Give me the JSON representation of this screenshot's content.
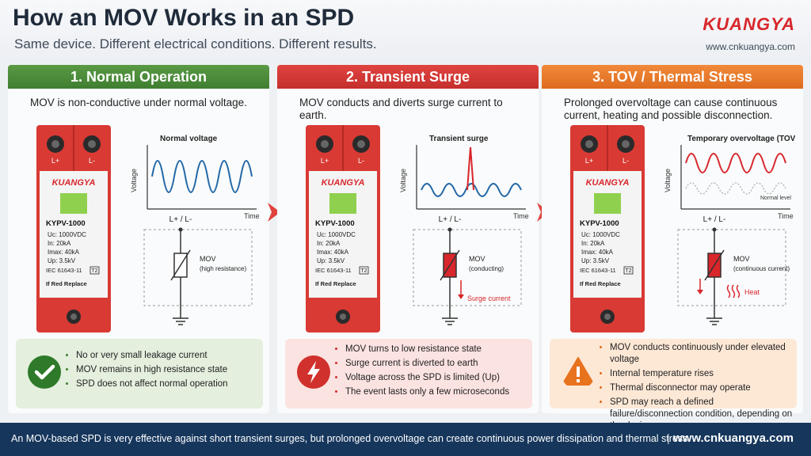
{
  "header": {
    "title": "How an MOV Works in an SPD",
    "subtitle": "Same device. Different electrical conditions. Different results.",
    "logo": "KUANGYA",
    "url": "www.cnkuangya.com"
  },
  "device": {
    "brand": "KUANGYA",
    "model": "KYPV-1000",
    "specs": [
      "Uc:  1000VDC",
      "In:    20kA",
      "Imax:  40kA",
      "Up:    3.5kV"
    ],
    "standard": "IEC 61643-11",
    "class": "T2",
    "replace": "If Red Replace",
    "terminal_pos": "L+",
    "terminal_neg": "L-"
  },
  "graph_common": {
    "ylabel": "Voltage",
    "xlabel": "Time",
    "node_label": "L+ / L-",
    "mov_label": "MOV"
  },
  "panels": [
    {
      "title": "1. Normal Operation",
      "description": "MOV is non-conductive under normal voltage.",
      "graph_title": "Normal voltage",
      "mov_state": "(high resistance)",
      "bullets": [
        "No or very small leakage current",
        "MOV remains in high resistance state",
        "SPD does not affect normal operation"
      ],
      "icon": "check-icon",
      "accent": "#3f7e30"
    },
    {
      "title": "2. Transient Surge",
      "description": "MOV conducts and diverts surge current to earth.",
      "graph_title": "Transient surge",
      "mov_state": "(conducting)",
      "extra_label": "Surge current",
      "bullets": [
        "MOV turns to low resistance state",
        "Surge current is diverted to earth",
        "Voltage across the SPD is limited (Up)",
        "The event lasts only a few microseconds"
      ],
      "icon": "lightning-icon",
      "accent": "#d0312d"
    },
    {
      "title": "3. TOV / Thermal Stress",
      "description": "Prolonged overvoltage can cause continuous current, heating and possible disconnection.",
      "graph_title": "Temporary overvoltage (TOV)",
      "graph_note": "Normal level",
      "mov_state": "(continuous current)",
      "extra_label": "Heat",
      "bullets": [
        "MOV conducts continuously under elevated voltage",
        "Internal temperature rises",
        "Thermal disconnector may operate",
        "SPD may reach a defined failure/disconnection condition, depending on the design"
      ],
      "icon": "warning-icon",
      "accent": "#de6b1f"
    }
  ],
  "footer": {
    "text": "An MOV-based SPD is very effective against short transient surges, but prolonged overvoltage can create continuous power dissipation and thermal stress.",
    "separator": "|",
    "url": "www.cnkuangya.com"
  }
}
